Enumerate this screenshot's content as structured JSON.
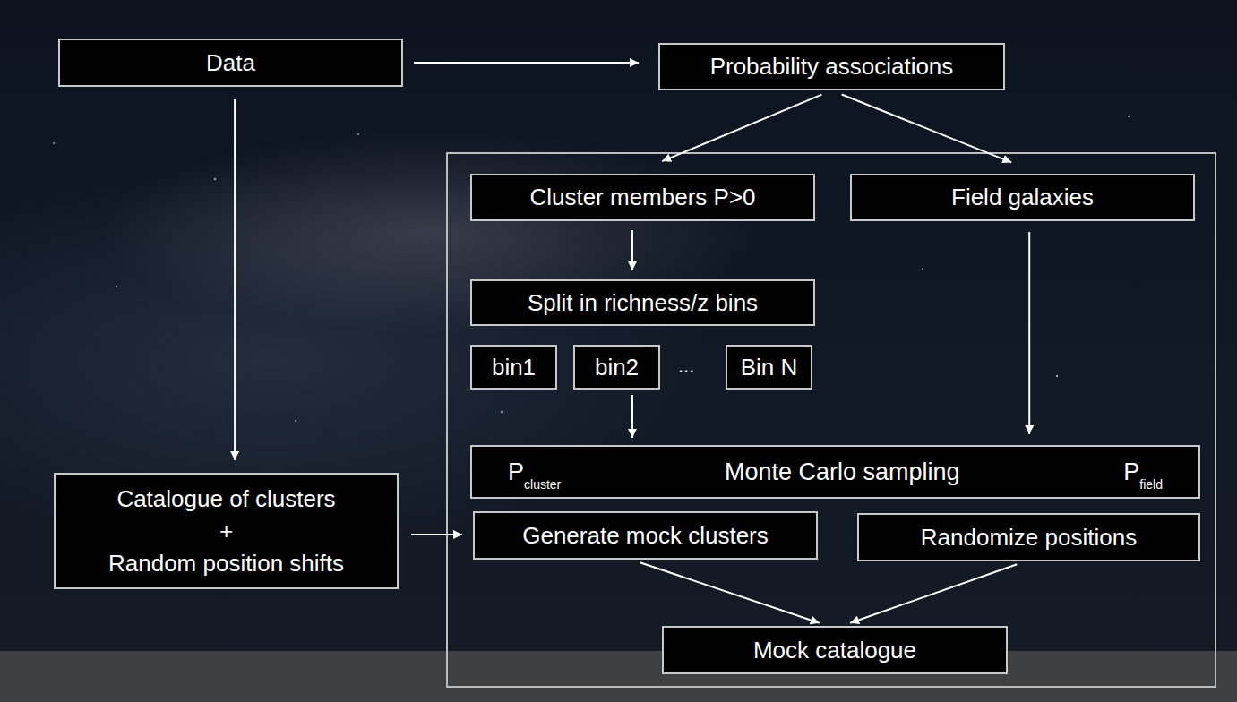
{
  "diagram": {
    "nodes": [
      {
        "text": [
          "Data"
        ]
      },
      {
        "text": [
          "Probability associations"
        ]
      },
      {
        "text": [
          "Cluster members P>0"
        ]
      },
      {
        "text": [
          "Field galaxies"
        ]
      },
      {
        "text": [
          "Split in richness/z bins"
        ]
      },
      {
        "text": [
          "bin1"
        ]
      },
      {
        "text": [
          "bin2"
        ]
      },
      {
        "text": [
          "Bin N"
        ]
      },
      {
        "text": [
          "P",
          "cluster",
          "Monte Carlo sampling",
          "P",
          "field"
        ]
      },
      {
        "text": [
          "Catalogue of clusters",
          "+",
          "Random position shifts"
        ]
      },
      {
        "text": [
          "Generate mock clusters"
        ]
      },
      {
        "text": [
          "Randomize positions"
        ]
      },
      {
        "text": [
          "Mock catalogue"
        ]
      }
    ],
    "edges": [
      {
        "from": 0,
        "to": 1,
        "arrow": "to"
      },
      {
        "from": 1,
        "to": 2,
        "arrow": "to"
      },
      {
        "from": 1,
        "to": 3,
        "arrow": "to"
      },
      {
        "from": 0,
        "to": 9,
        "arrow": "to"
      },
      {
        "from": 2,
        "to": 4,
        "arrow": "to"
      },
      {
        "from": 6,
        "to": 8,
        "arrow": "to"
      },
      {
        "from": 3,
        "to": 8,
        "arrow": "to"
      },
      {
        "from": 9,
        "to": 10,
        "arrow": "to"
      },
      {
        "from": 10,
        "to": 12,
        "arrow": "to"
      },
      {
        "from": 11,
        "to": 12,
        "arrow": "to"
      }
    ],
    "labels": [
      "..."
    ]
  }
}
